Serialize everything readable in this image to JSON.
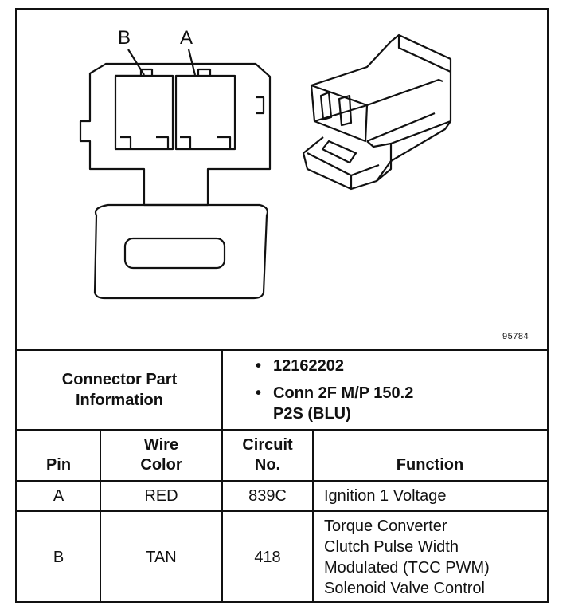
{
  "diagram": {
    "pin_labels": [
      "B",
      "A"
    ],
    "figure_number": "95784"
  },
  "connector_info": {
    "title_line1": "Connector Part",
    "title_line2": "Information",
    "items": [
      "12162202",
      "Conn 2F M/P 150.2",
      "P2S (BLU)"
    ]
  },
  "table": {
    "headers": {
      "pin": "Pin",
      "wire_color_1": "Wire",
      "wire_color_2": "Color",
      "circuit_1": "Circuit",
      "circuit_2": "No.",
      "function": "Function"
    },
    "rows": [
      {
        "pin": "A",
        "wire_color": "RED",
        "circuit": "839C",
        "function_lines": [
          "Ignition 1 Voltage"
        ]
      },
      {
        "pin": "B",
        "wire_color": "TAN",
        "circuit": "418",
        "function_lines": [
          "Torque Converter",
          "Clutch Pulse Width",
          "Modulated (TCC PWM)",
          "Solenoid Valve Control"
        ]
      }
    ]
  }
}
